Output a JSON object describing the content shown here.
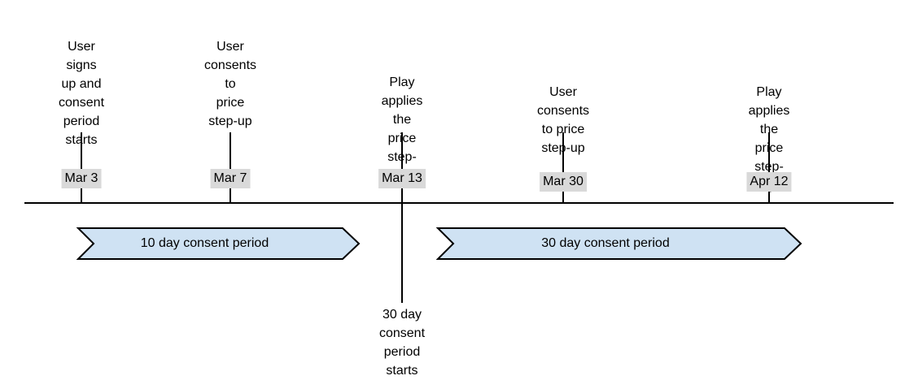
{
  "timeline": {
    "events": [
      {
        "date": "Mar 3",
        "description": "User signs\nup and\nconsent\nperiod starts"
      },
      {
        "date": "Mar 7",
        "description": "User\nconsents to\nprice\nstep-up"
      },
      {
        "date": "Mar 13",
        "description": "Play applies the\nprice step-up",
        "annotation": "30 day consent\nperiod starts"
      },
      {
        "date": "Mar 30",
        "description": "User consents to price\nstep-up"
      },
      {
        "date": "Apr 12",
        "description": "Play applies the\nprice step-up"
      }
    ],
    "periods": [
      {
        "label": "10 day consent period"
      },
      {
        "label": "30 day consent period"
      }
    ],
    "colors": {
      "period_fill": "#cfe2f3",
      "period_border": "#000000",
      "date_highlight_bg": "#d9d9d9",
      "line": "#000000",
      "text": "#000000"
    }
  }
}
